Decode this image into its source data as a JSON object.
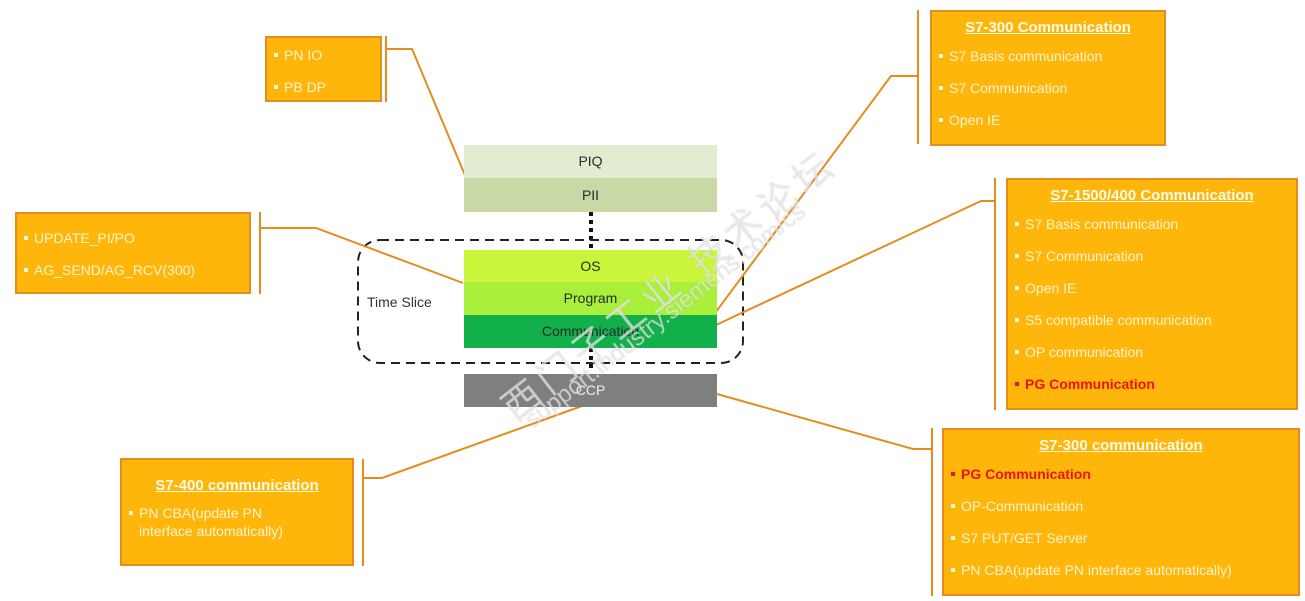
{
  "stack": {
    "layers": [
      {
        "id": "piq",
        "label": "PIQ",
        "color": "#e3ebd0"
      },
      {
        "id": "pii",
        "label": "PII",
        "color": "#c8d9a6"
      },
      {
        "id": "os",
        "label": "OS",
        "color": "#c9f53a"
      },
      {
        "id": "program",
        "label": "Program",
        "color": "#a8f03c"
      },
      {
        "id": "communication",
        "label": "Communication",
        "color": "#12b04a"
      },
      {
        "id": "ccp",
        "label": "CCP",
        "color": "#7f7f7f"
      }
    ],
    "time_slice_label": "Time Slice"
  },
  "boxes": {
    "pn_pb": {
      "items": [
        {
          "text": "PN IO"
        },
        {
          "text": "PB DP"
        }
      ]
    },
    "update": {
      "items": [
        {
          "text": "UPDATE_PI/PO"
        },
        {
          "text": "AG_SEND/AG_RCV(300)"
        }
      ]
    },
    "s7_400": {
      "title": "S7-400 communication",
      "items": [
        {
          "text": "PN CBA(update PN interface automatically)"
        }
      ]
    },
    "s7_300_top": {
      "title": "S7-300 Communication",
      "items": [
        {
          "text": "S7 Basis communication"
        },
        {
          "text": "S7 Communication"
        },
        {
          "text": "Open IE"
        }
      ]
    },
    "s7_1500": {
      "title": "S7-1500/400 Communication",
      "items": [
        {
          "text": "S7 Basis communication"
        },
        {
          "text": "S7 Communication"
        },
        {
          "text": "Open IE"
        },
        {
          "text": "S5 compatible communication"
        },
        {
          "text": "OP communication"
        },
        {
          "text": "PG Communication",
          "highlight": true
        }
      ]
    },
    "s7_300_bottom": {
      "title": "S7-300 communication",
      "items": [
        {
          "text": "PG Communication",
          "highlight": true
        },
        {
          "text": "OP-Communication"
        },
        {
          "text": "S7 PUT/GET  Server"
        },
        {
          "text": "PN CBA(update PN interface automatically)"
        }
      ]
    }
  },
  "watermark": {
    "line1": "西门子工业  技术论坛",
    "line2": "support.industry.siemens.com/cs"
  },
  "colors": {
    "box_fill": "#ffb60a",
    "box_border": "#e58c1e",
    "connector": "#e58c1e",
    "highlight": "#e8150a"
  }
}
